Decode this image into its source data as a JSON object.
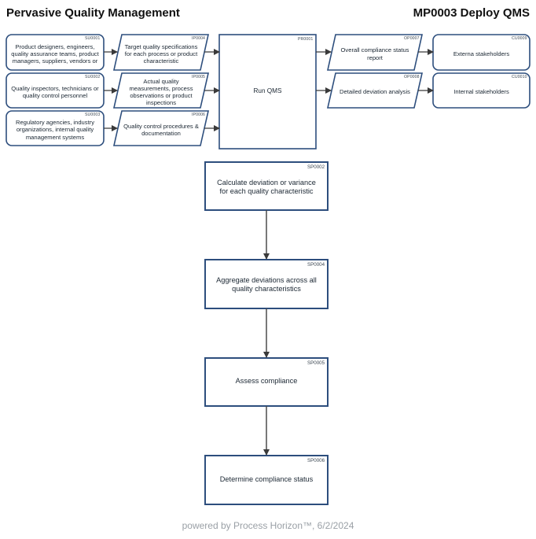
{
  "header": {
    "title_left": "Pervasive Quality Management",
    "title_right": "MP0003 Deploy QMS"
  },
  "suppliers": [
    {
      "code": "SU0001",
      "label": "Product designers, engineers, quality assurance teams, product managers, suppliers, vendors or"
    },
    {
      "code": "SU0002",
      "label": "Quality inspectors, technicians or quality control personnel"
    },
    {
      "code": "SU0003",
      "label": "Regulatory agencies, industry organizations, internal quality management systems"
    }
  ],
  "inputs": [
    {
      "code": "IP0004",
      "label": "Target quality specifications for each process or product characteristic"
    },
    {
      "code": "IP0005",
      "label": "Actual quality measurements, process observations or product inspections"
    },
    {
      "code": "IP0006",
      "label": "Quality control procedures & documentation"
    }
  ],
  "process": {
    "code": "PR0001",
    "label": "Run QMS"
  },
  "outputs": [
    {
      "code": "OP0007",
      "label": "Overall compliance status report"
    },
    {
      "code": "OP0008",
      "label": "Detailed deviation analysis"
    }
  ],
  "customers": [
    {
      "code": "CU0009",
      "label": "Externa stakeholders"
    },
    {
      "code": "CU0010",
      "label": "Internal stakeholders"
    }
  ],
  "steps": [
    {
      "code": "SP0002",
      "label": "Calculate deviation or variance for each quality characteristic"
    },
    {
      "code": "SP0004",
      "label": "Aggregate deviations across all quality characteristics"
    },
    {
      "code": "SP0005",
      "label": "Assess compliance"
    },
    {
      "code": "SP0006",
      "label": "Determine compliance status"
    }
  ],
  "footer": "powered by Process Horizon™, 6/2/2024",
  "colors": {
    "border": "#2d4e7d",
    "arrow": "#4a4a4a",
    "text": "#1b2733"
  }
}
